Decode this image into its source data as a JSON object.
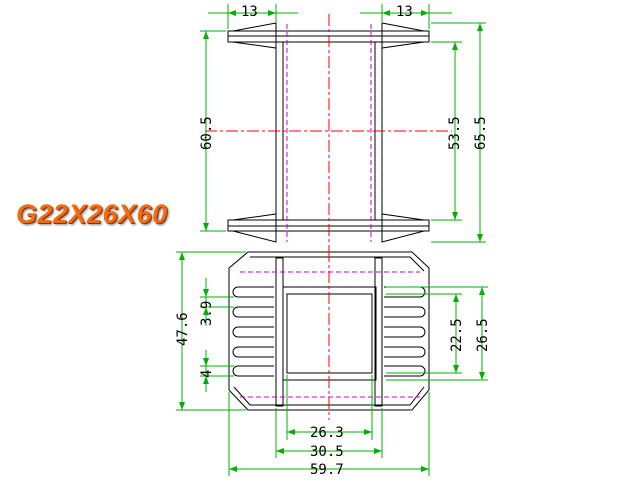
{
  "title": "G22X26X60",
  "colors": {
    "outline": "#000000",
    "dimension": "#00b000",
    "centerline": "#ff0000",
    "hidden": "#cc00cc",
    "title": "#f26a12"
  },
  "dimensions": {
    "top_flange_left": "13",
    "top_flange_right": "13",
    "bobbin_inner_height": "60.5",
    "winding_height": "53.5",
    "overall_height": "65.5",
    "bottom_overall_height": "47.6",
    "slot_pitch": "3.9",
    "slot_width": "4",
    "window_inner": "22.5",
    "window_outer": "26.5",
    "core_inner_width": "26.3",
    "core_outer_width": "30.5",
    "overall_width": "59.7"
  }
}
